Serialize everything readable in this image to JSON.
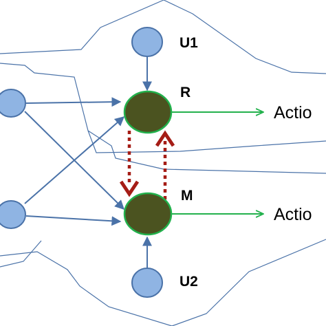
{
  "labels": {
    "u1": "U1",
    "r": "R",
    "m": "M",
    "u2": "U2",
    "action_r": "Actio",
    "action_m": "Actio"
  },
  "colors": {
    "background": "#ffffff",
    "input_node_fill": "#8fb4e3",
    "input_node_stroke": "#4a72a8",
    "core_node_fill": "#4b5320",
    "core_node_stroke": "#22b14c",
    "blue_arrow": "#4a72a8",
    "green_arrow": "#22b14c",
    "dashed_arrow": "#a51d16",
    "outline": "#4a72a8"
  },
  "icons": {
    "input_node": "circle",
    "core_node": "circle",
    "arrow": "arrowhead",
    "dashed_arrow": "dashed-arrow"
  }
}
